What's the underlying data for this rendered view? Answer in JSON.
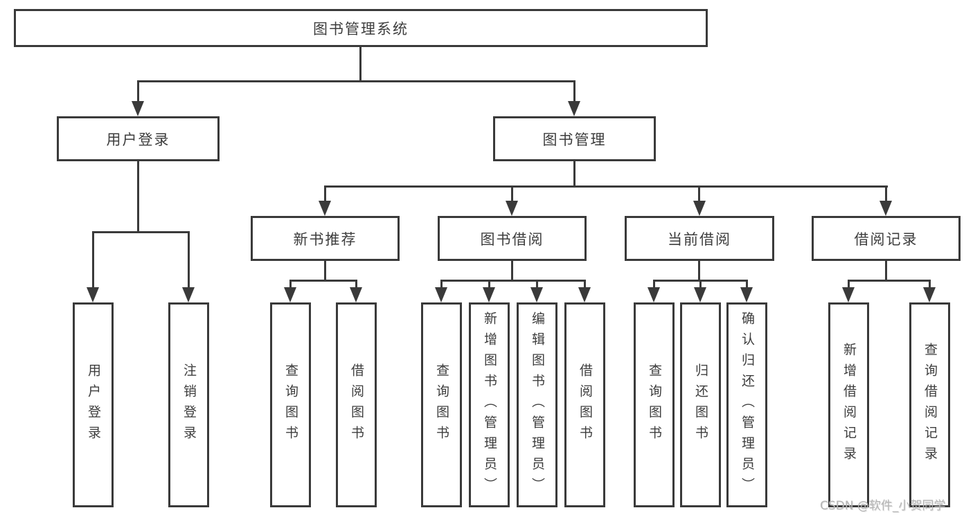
{
  "diagram_title": "图书管理系统",
  "tree": {
    "root": {
      "label": "图书管理系统",
      "children": [
        {
          "label": "用户登录",
          "children": [
            {
              "label": "用户登录"
            },
            {
              "label": "注销登录"
            }
          ]
        },
        {
          "label": "图书管理",
          "children": [
            {
              "label": "新书推荐",
              "children": [
                {
                  "label": "查询图书"
                },
                {
                  "label": "借阅图书"
                }
              ]
            },
            {
              "label": "图书借阅",
              "children": [
                {
                  "label": "查询图书"
                },
                {
                  "label": "新增图书（管理员）"
                },
                {
                  "label": "编辑图书（管理员）"
                },
                {
                  "label": "借阅图书"
                }
              ]
            },
            {
              "label": "当前借阅",
              "children": [
                {
                  "label": "查询图书"
                },
                {
                  "label": "归还图书"
                },
                {
                  "label": "确认归还（管理员）"
                }
              ]
            },
            {
              "label": "借阅记录",
              "children": [
                {
                  "label": "新增借阅记录"
                },
                {
                  "label": "查询借阅记录"
                }
              ]
            }
          ]
        }
      ]
    }
  },
  "watermark": {
    "text": "CSDN @软件_小贺同学",
    "color": "#b5b5b5"
  },
  "colors": {
    "line": "#3a3a3a",
    "box_border": "#3a3a3a",
    "text": "#3d3d3d",
    "background": "#ffffff"
  }
}
